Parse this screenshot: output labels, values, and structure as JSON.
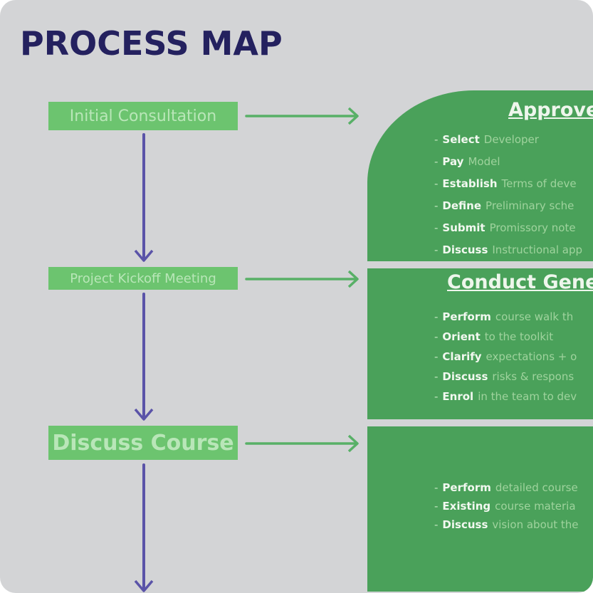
{
  "title": "PROCESS MAP",
  "colors": {
    "background": "#d3d4d6",
    "title": "#24215f",
    "step_box": "#6cc46f",
    "panel": "#4aa15a",
    "vertical_arrow": "#5a53a8",
    "horizontal_arrow": "#58b067"
  },
  "steps": [
    {
      "label": "Initial Consultation"
    },
    {
      "label": "Project Kickoff Meeting"
    },
    {
      "label": "Discuss Course"
    }
  ],
  "panels": [
    {
      "title": "Approve",
      "bullets": [
        {
          "verb": "Select",
          "text": "Developer"
        },
        {
          "verb": "Pay",
          "text": "Model"
        },
        {
          "verb": "Establish",
          "text": "Terms of deve"
        },
        {
          "verb": "Define",
          "text": "Preliminary sche"
        },
        {
          "verb": "Submit",
          "text": "Promissory note"
        },
        {
          "verb": "Discuss",
          "text": "Instructional app"
        }
      ]
    },
    {
      "title": "Conduct Gener",
      "bullets": [
        {
          "verb": "Perform",
          "text": "course walk th"
        },
        {
          "verb": "Orient",
          "text": "to the toolkit"
        },
        {
          "verb": "Clarify",
          "text": "expectations + o"
        },
        {
          "verb": "Discuss",
          "text": "risks & respons"
        },
        {
          "verb": "Enrol",
          "text": "in the team to dev"
        }
      ]
    },
    {
      "title": "",
      "bullets": [
        {
          "verb": "Perform",
          "text": "detailed course"
        },
        {
          "verb": "Existing",
          "text": "course materia"
        },
        {
          "verb": "Discuss",
          "text": "vision about the"
        }
      ]
    }
  ]
}
